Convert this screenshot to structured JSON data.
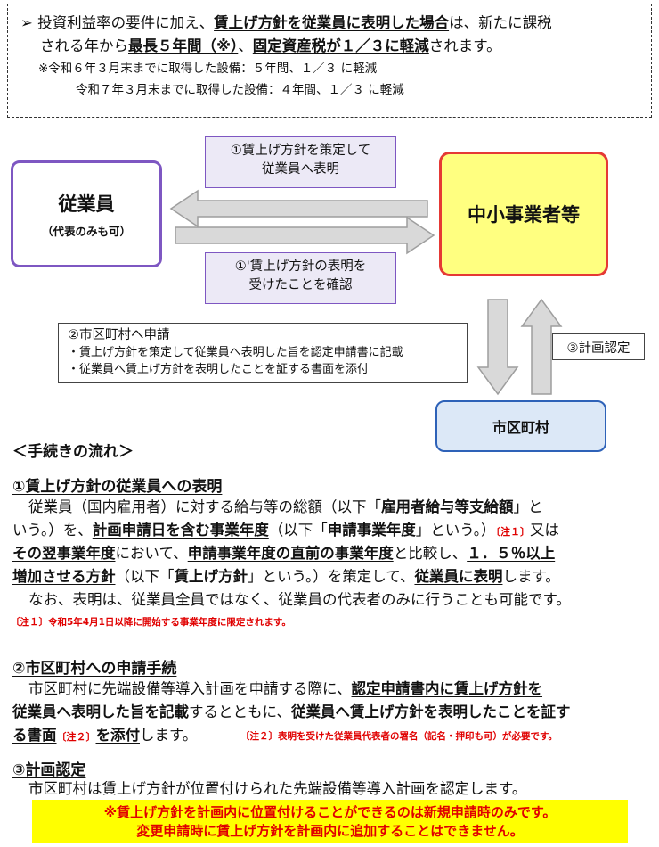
{
  "note": {
    "bullet": "➢",
    "l1_a": "投資利益率の要件に加え、",
    "l1_b": "賃上げ方針を従業員に表明した場合",
    "l1_c": "は、新たに課税",
    "l2_a": "される年から",
    "l2_b": "最長５年間（※）",
    "l2_c": "、",
    "l2_d": "固定資産税が１／３に軽減",
    "l2_e": "されます。",
    "sub1": "※令和６年３月末までに取得した設備：５年間、１／３ に軽減",
    "sub2": "令和７年３月末までに取得した設備：４年間、１／３ に軽減"
  },
  "diagram": {
    "employee_title": "従業員",
    "employee_sub": "（代表のみも可）",
    "smb_title": "中小事業者等",
    "city_title": "市区町村",
    "label_top_1": "①賃上げ方針を策定して",
    "label_top_2": "従業員へ表明",
    "label_bottom_1": "①'賃上げ方針の表明を",
    "label_bottom_2": "受けたことを確認",
    "apply_title": "②市区町村へ申請",
    "apply_1": "・賃上げ方針を策定して従業員へ表明した旨を認定申請書に記載",
    "apply_2": "・従業員へ賃上げ方針を表明したことを証する書面を添付",
    "cert": "③計画認定"
  },
  "flow": {
    "heading": "＜手続きの流れ＞",
    "s1_title": "①賃上げ方針の従業員への表明",
    "s1_l1_a": "従業員（国内雇用者）に対する給与等の総額（以下「",
    "s1_l1_b": "雇用者給与等支給額",
    "s1_l1_c": "」と",
    "s1_l2_a": "いう。）を、",
    "s1_l2_b": "計画申請日を含む事業年度",
    "s1_l2_c": "（以下「",
    "s1_l2_d": "申請事業年度",
    "s1_l2_e": "」という。）",
    "s1_l2_f": "〔注１〕",
    "s1_l2_g": "又は",
    "s1_l3_a": "その翌事業年度",
    "s1_l3_b": "において、",
    "s1_l3_c": "申請事業年度の直前の事業年度",
    "s1_l3_d": "と比較し、",
    "s1_l3_e": "１．５％以上",
    "s1_l4_a": "増加させる方針",
    "s1_l4_b": "（以下「",
    "s1_l4_c": "賃上げ方針",
    "s1_l4_d": "」という。）を策定して、",
    "s1_l4_e": "従業員に表明",
    "s1_l4_f": "します。",
    "s1_l5": "なお、表明は、従業員全員ではなく、従業員の代表者のみに行うことも可能です。",
    "s1_note": "〔注１〕令和5年4月1日以降に開始する事業年度に限定されます。",
    "s2_title": "②市区町村への申請手続",
    "s2_l1_a": "市区町村に先端設備等導入計画を申請する際に、",
    "s2_l1_b": "認定申請書内に賃上げ方針を",
    "s2_l2_a": "従業員へ表明した旨を記載",
    "s2_l2_b": "するとともに、",
    "s2_l2_c": "従業員へ賃上げ方針を表明したことを証す",
    "s2_l3_a": "る書面",
    "s2_l3_b": "〔注２〕",
    "s2_l3_c": "を添付",
    "s2_l3_d": "します。",
    "s2_note": "〔注２〕表明を受けた従業員代表者の署名（記名・押印も可）が必要です。",
    "s3_title": "③計画認定",
    "s3_l1": "市区町村は賃上げ方針が位置付けられた先端設備等導入計画を認定します。",
    "notice_1": "※賃上げ方針を計画内に位置付けることができるのは新規申請時のみです。",
    "notice_2": "変更申請時に賃上げ方針を計画内に追加することはできません。"
  }
}
